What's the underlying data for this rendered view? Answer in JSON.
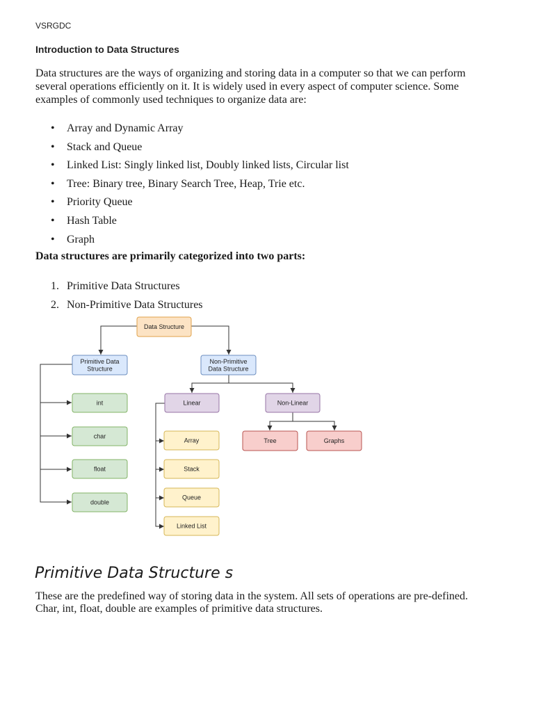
{
  "header": {
    "label": "VSRGDC"
  },
  "heading": "Introduction to Data Structures",
  "intro": "Data structures are the ways of organizing and storing data in a computer so that we can perform several operations efficiently on it. It is widely used in every aspect of computer science. Some examples of commonly used techniques to organize data are:",
  "examples": [
    "Array and Dynamic Array",
    "Stack and Queue",
    "Linked List: Singly linked list, Doubly linked lists, Circular list",
    "Tree: Binary tree, Binary Search Tree, Heap, Trie etc.",
    "Priority Queue",
    "Hash Table",
    "Graph"
  ],
  "categories_heading": "Data structures are primarily categorized into two parts:",
  "categories": [
    {
      "num": "1.",
      "label": "Primitive Data Structures"
    },
    {
      "num": "2.",
      "label": "Non-Primitive Data Structures"
    }
  ],
  "diagram": {
    "root": "Data Structure",
    "primitive": [
      "Primitive Data",
      "Structure"
    ],
    "non_primitive": [
      "Non-Primitive",
      "Data Structure"
    ],
    "primitive_types": [
      "int",
      "char",
      "float",
      "double"
    ],
    "linear": "Linear",
    "non_linear": "Non-Linear",
    "linear_types": [
      "Array",
      "Stack",
      "Queue",
      "Linked List"
    ],
    "non_linear_types": [
      "Tree",
      "Graphs"
    ],
    "colors": {
      "root_fill": "#fce3c4",
      "root_stroke": "#e0a24a",
      "blue_fill": "#dae8fc",
      "blue_stroke": "#6c8ebf",
      "green_fill": "#d5e8d4",
      "green_stroke": "#82b366",
      "purple_fill": "#e1d5e7",
      "purple_stroke": "#9673a6",
      "yellow_fill": "#fff2cc",
      "yellow_stroke": "#d6b656",
      "red_fill": "#f8cecc",
      "red_stroke": "#b85450"
    }
  },
  "section_title": "Primitive Data Structure s",
  "section_body": "These are the predefined way of storing data in the system. All sets of operations are pre-defined. Char, int, float, double are examples of primitive data structures."
}
